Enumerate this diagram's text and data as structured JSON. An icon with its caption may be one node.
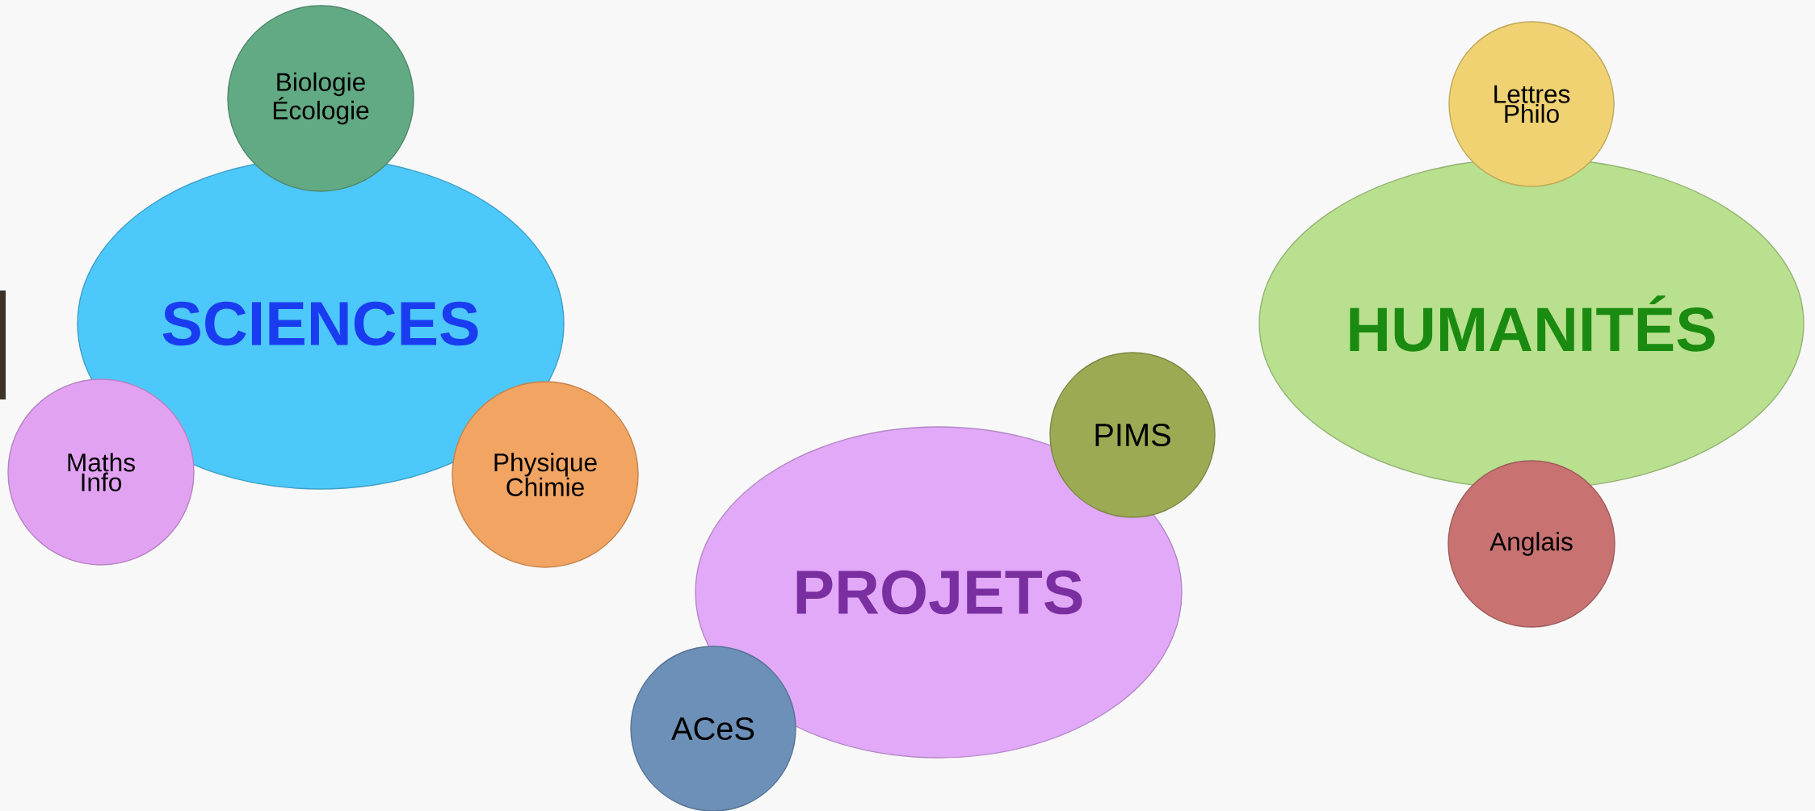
{
  "diagram": {
    "nodes": [
      {
        "text": [
          "SCIENCES"
        ]
      },
      {
        "text": [
          "Biologie Écologie"
        ]
      },
      {
        "text": [
          "Maths Info"
        ]
      },
      {
        "text": [
          "Physique Chimie"
        ]
      },
      {
        "text": [
          "PROJETS"
        ]
      },
      {
        "text": [
          "PIMS"
        ]
      },
      {
        "text": [
          "ACeS"
        ]
      },
      {
        "text": [
          "HUMANITÉS"
        ]
      },
      {
        "text": [
          "Lettres Philo"
        ]
      },
      {
        "text": [
          "Anglais"
        ]
      }
    ]
  }
}
